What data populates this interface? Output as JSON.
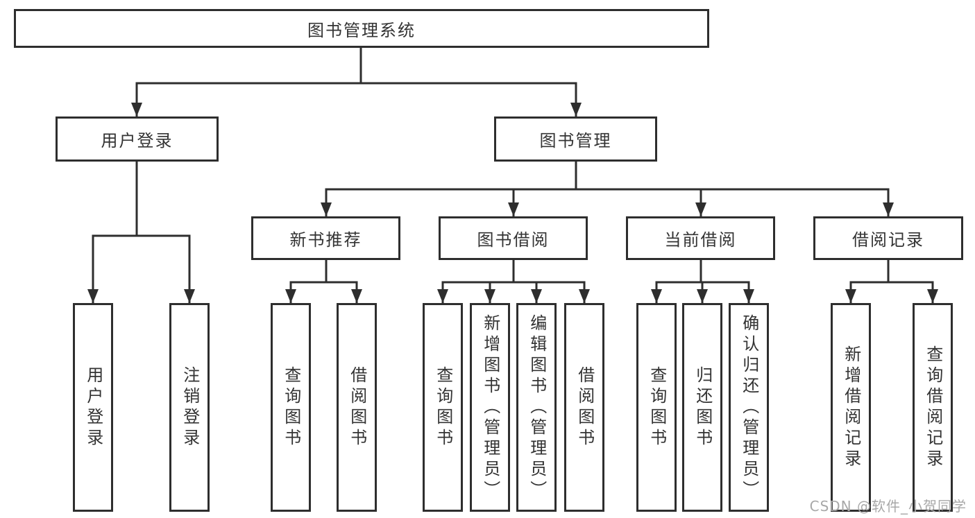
{
  "diagram": {
    "root": "图书管理系统",
    "user_login": {
      "label": "用户登录",
      "leaves": [
        "用户登录",
        "注销登录"
      ]
    },
    "book_management": {
      "label": "图书管理",
      "sections": [
        {
          "label": "新书推荐",
          "leaves": [
            "查询图书",
            "借阅图书"
          ]
        },
        {
          "label": "图书借阅",
          "leaves": [
            "查询图书",
            "新增图书（管理员）",
            "编辑图书（管理员）",
            "借阅图书"
          ]
        },
        {
          "label": "当前借阅",
          "leaves": [
            "查询图书",
            "归还图书",
            "确认归还（管理员）"
          ]
        },
        {
          "label": "借阅记录",
          "leaves": [
            "新增借阅记录",
            "查询借阅记录"
          ]
        }
      ]
    }
  },
  "watermark": "CSDN @软件_小贺同学",
  "colors": {
    "line": "#2e2e2e",
    "text": "#333333",
    "box_background": "#ffffff",
    "watermark": "#a8a8a8"
  }
}
